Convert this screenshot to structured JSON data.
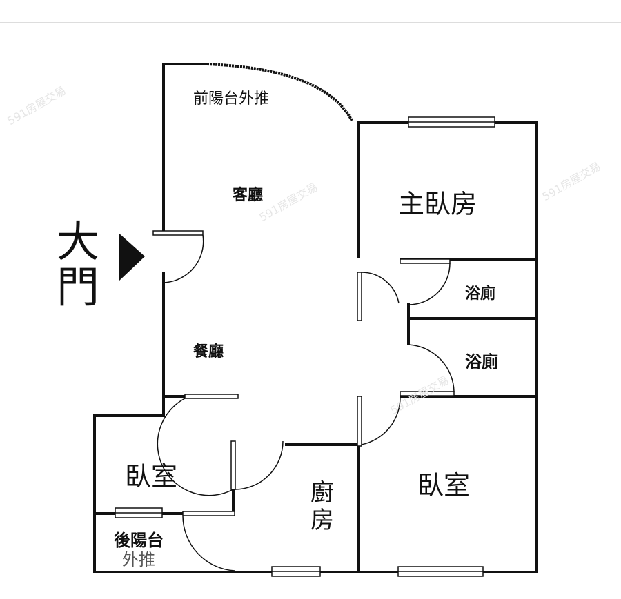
{
  "rooms": {
    "front_balcony": "前陽台外推",
    "living_room": "客廳",
    "master_bedroom": "主臥房",
    "main_door": [
      "大",
      "門"
    ],
    "bathroom_1": "浴廁",
    "bathroom_2": "浴廁",
    "dining_room": "餐廳",
    "bedroom_left": "臥室",
    "kitchen": [
      "廚",
      "房"
    ],
    "bedroom_right": "臥室",
    "rear_balcony": [
      "後陽台",
      "外推"
    ]
  },
  "watermark": "591房屋交易"
}
